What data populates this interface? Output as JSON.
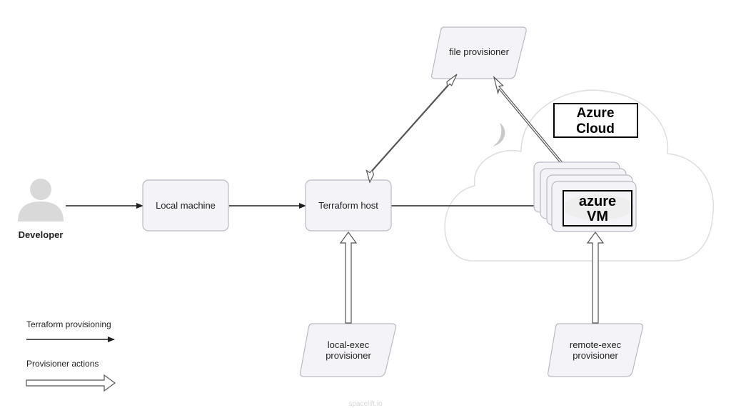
{
  "nodes": {
    "developer": "Developer",
    "local_machine": "Local machine",
    "terraform_host": "Terraform host",
    "file_provisioner": "file provisioner",
    "local_exec": [
      "local-exec",
      "provisioner"
    ],
    "remote_exec": [
      "remote-exec",
      "provisioner"
    ],
    "azure_cloud": [
      "Azure",
      "Cloud"
    ],
    "azure_vm": [
      "azure",
      "VM"
    ]
  },
  "legend": {
    "terraform_provisioning": "Terraform provisioning",
    "provisioner_actions": "Provisioner actions"
  },
  "watermark": "spacelift.io",
  "colors": {
    "node_fill": "#f4f4f8",
    "node_stroke": "#b9b9c3",
    "arrow": "#1f1f1f",
    "hollow_arrow_stroke": "#555555",
    "cloud_stroke": "#dddddd",
    "user_icon": "#d9d9d9"
  }
}
